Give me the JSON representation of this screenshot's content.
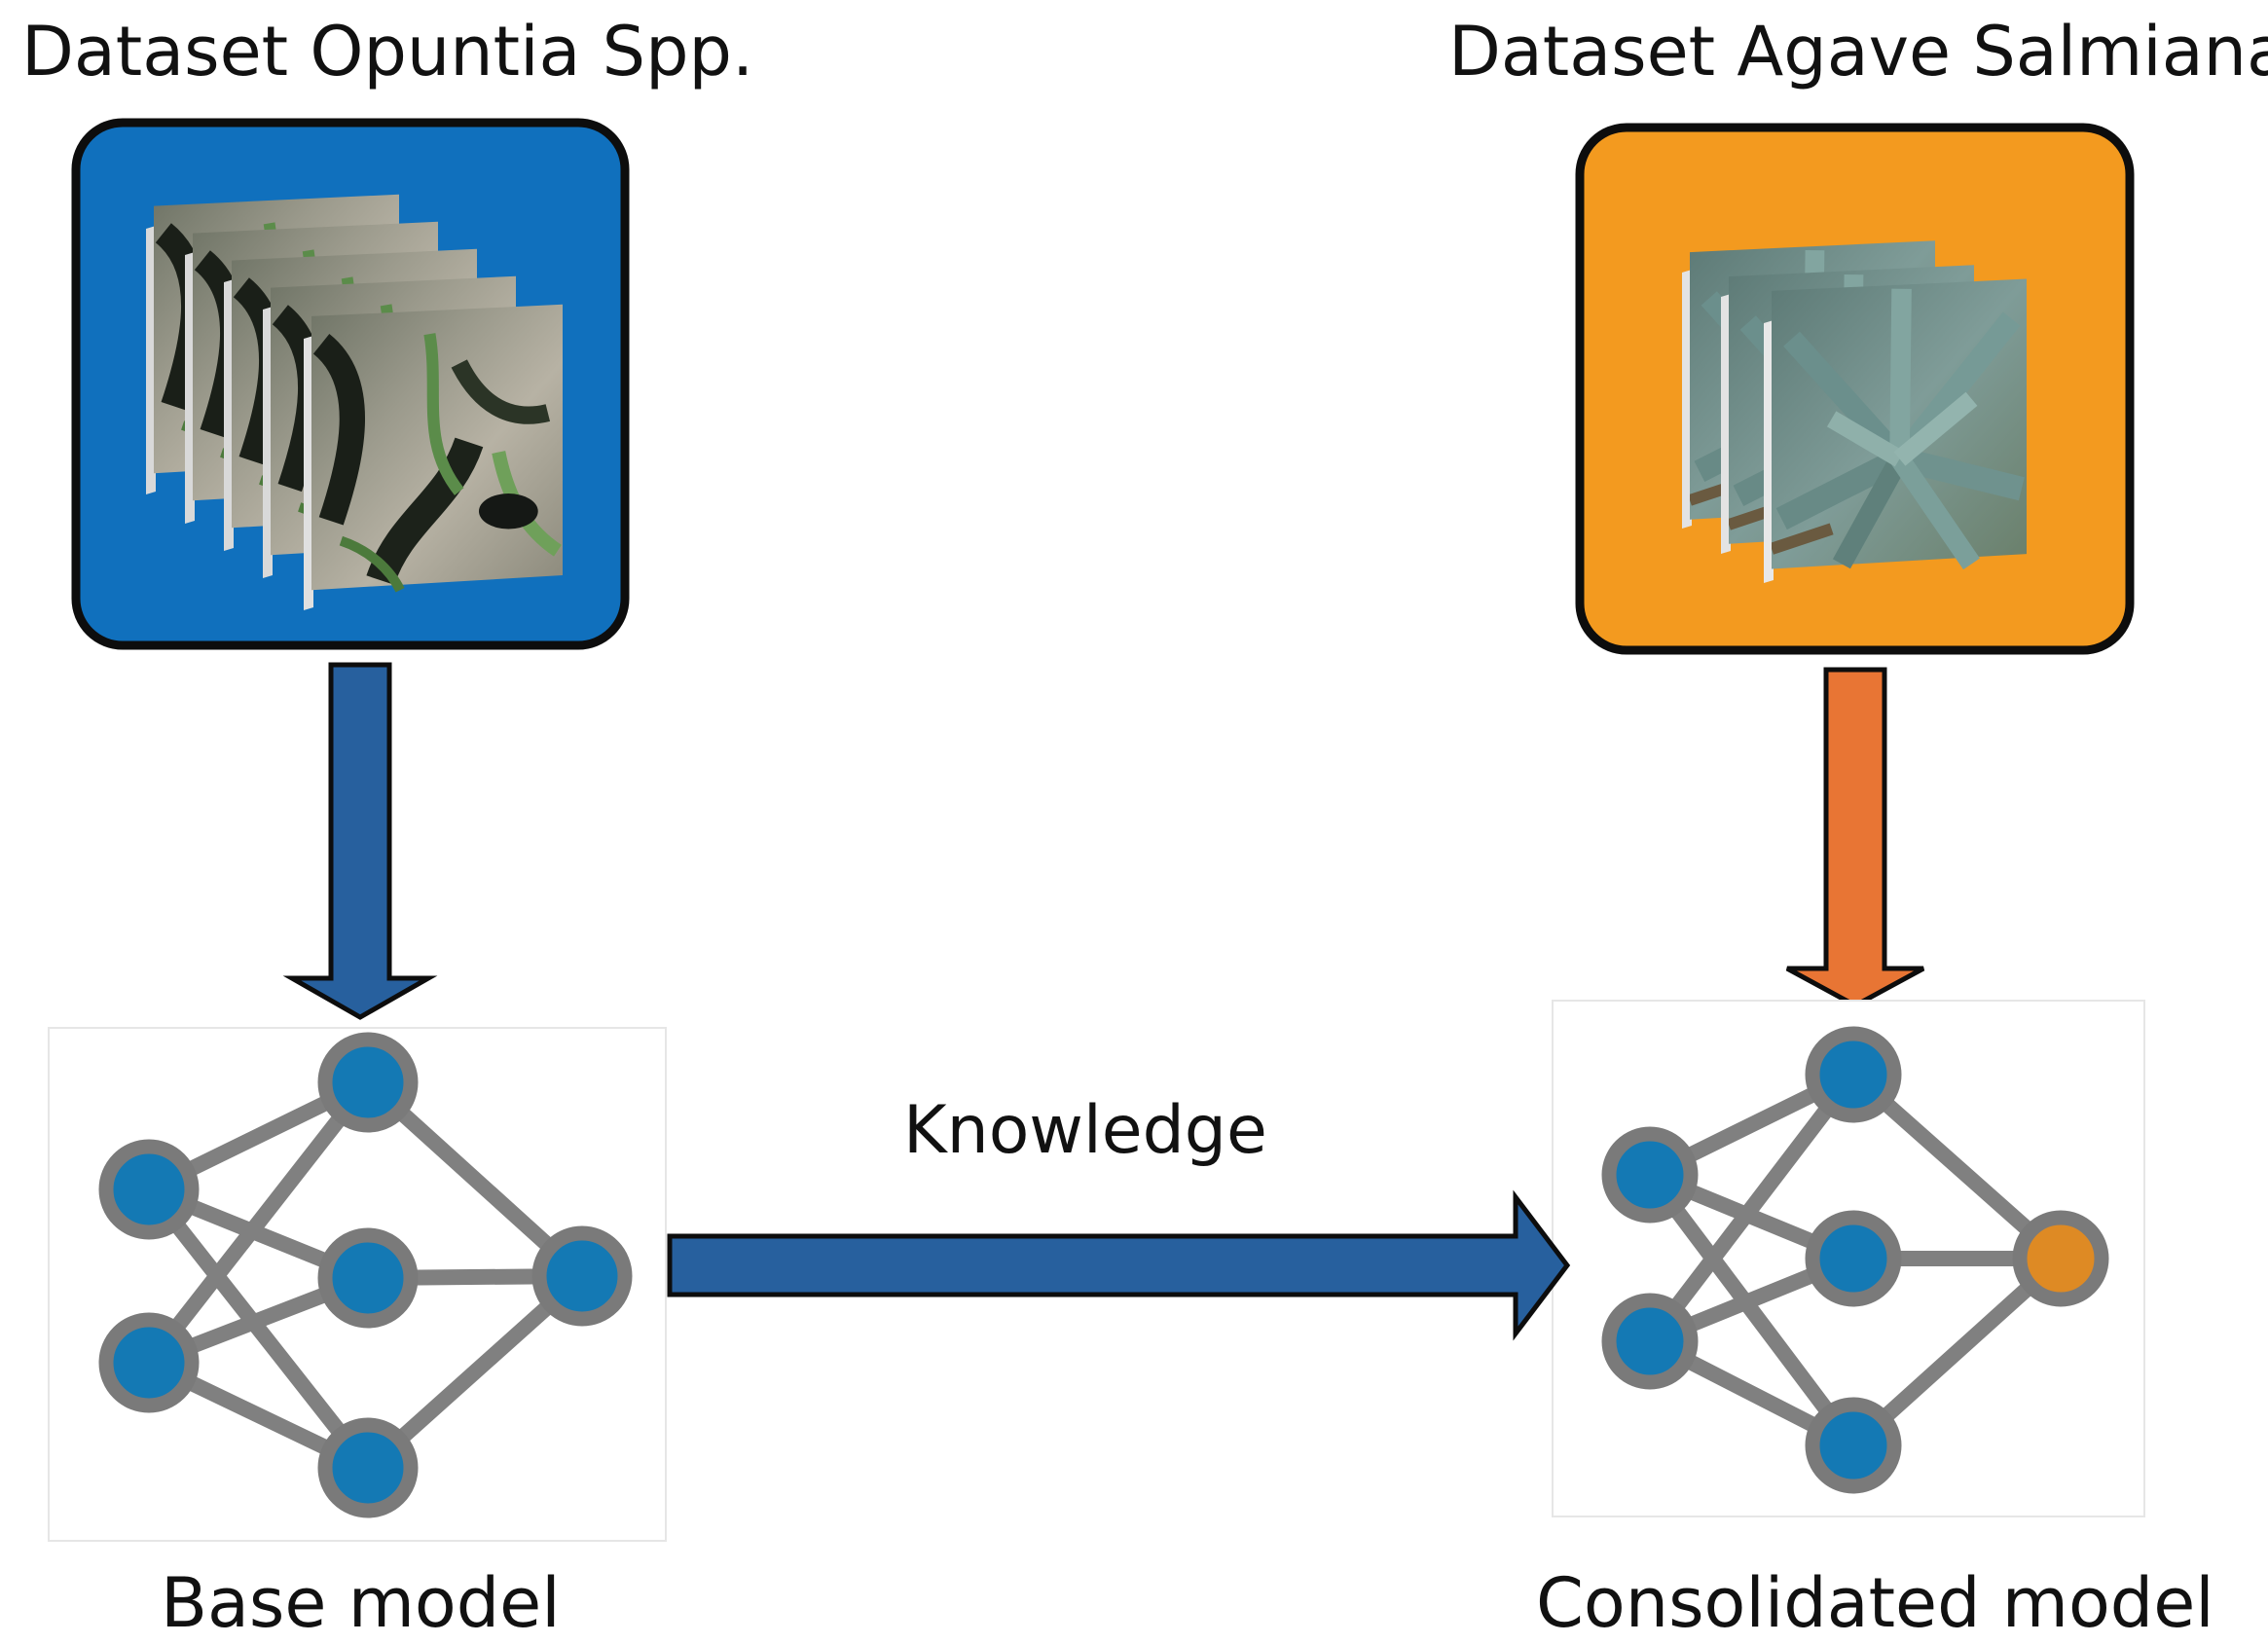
{
  "labels": {
    "dataset_left": "Dataset Opuntia Spp.",
    "dataset_right": "Dataset Agave Salmiana.",
    "knowledge": "Knowledge",
    "base_model": "Base model",
    "consolidated_model": "Consolidated model"
  },
  "colors": {
    "dataset_left_fill": "#1070bd",
    "dataset_right_fill": "#f39a1f",
    "arrow_blue": "#27609e",
    "arrow_orange": "#e87534",
    "node_blue": "#1479b4",
    "node_orange": "#de8a24",
    "node_ring": "#7a7a7a",
    "edge": "#808080"
  },
  "icons": {
    "dataset_left": "opuntia-image-stack-icon",
    "dataset_right": "agave-image-stack-icon",
    "base_model": "neural-network-icon",
    "consolidated_model": "neural-network-icon"
  }
}
